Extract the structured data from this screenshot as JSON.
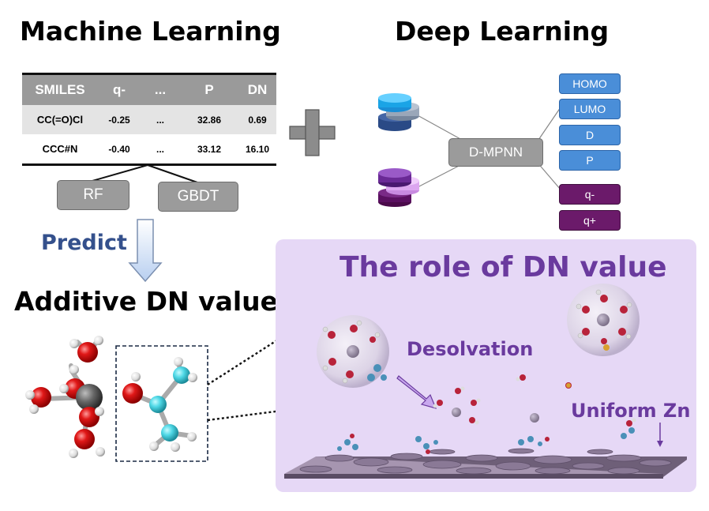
{
  "titles": {
    "machine_learning": "Machine Learning",
    "deep_learning": "Deep Learning",
    "predict": "Predict",
    "additive": "Additive DN value"
  },
  "table": {
    "headers": [
      "SMILES",
      "q-",
      "...",
      "P",
      "DN"
    ],
    "rows": [
      [
        "CC(=O)Cl",
        "-0.25",
        "...",
        "32.86",
        "0.69"
      ],
      [
        "CCC#N",
        "-0.40",
        "...",
        "33.12",
        "16.10"
      ]
    ]
  },
  "models": {
    "rf": "RF",
    "gbdt": "GBDT",
    "dmpnn": "D-MPNN"
  },
  "outputs": {
    "blue": [
      "HOMO",
      "LUMO",
      "D",
      "P"
    ],
    "purple": [
      "q-",
      "q+"
    ]
  },
  "role": {
    "title": "The role of DN value",
    "desolvation": "Desolvation",
    "uniform": "Uniform Zn"
  },
  "colors": {
    "table_header": "#9a9a9a",
    "blue_box": "#4a8ed8",
    "purple_box": "#6b1a6a",
    "role_panel": "#e6d8f6",
    "role_text": "#6a3a9e",
    "predict_text": "#34508c",
    "oxygen": "#e01818",
    "hydrogen": "#ffffff",
    "carbon": "#4fd8e6",
    "zinc": "#555555"
  },
  "icons": [
    "plus-icon",
    "down-arrow-icon",
    "database-stack-icon",
    "molecule-icon"
  ]
}
